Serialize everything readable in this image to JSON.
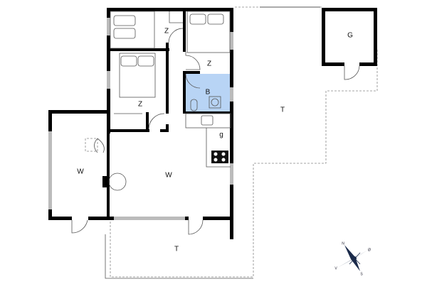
{
  "rooms": {
    "bedroom_1": "Z",
    "bedroom_2": "Z",
    "bedroom_3": "Z",
    "bathroom": "B",
    "kitchen": "g",
    "living_left": "W",
    "living_main": "W",
    "terrace_right": "T",
    "terrace_bottom": "T",
    "garage": "G"
  },
  "compass": {
    "north": "N",
    "east": "Ø",
    "west": "V",
    "south": "S"
  },
  "colors": {
    "bathroom": "#b8d4f5",
    "walls": "#000000",
    "compass": "#1a2a4a"
  }
}
